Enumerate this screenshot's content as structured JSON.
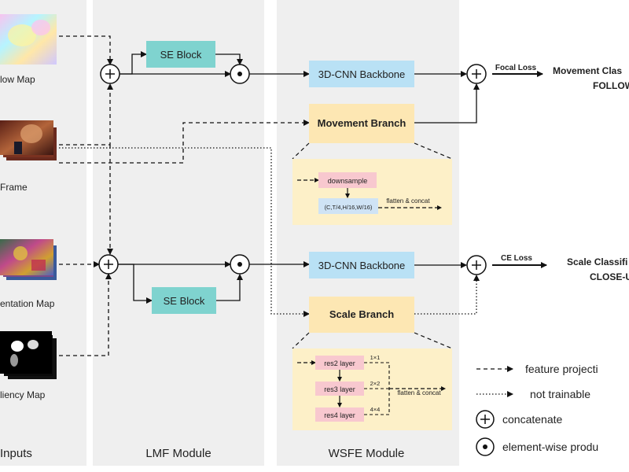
{
  "inputs": {
    "panel_title": "Inputs",
    "flow_map_label": "low Map",
    "frame_label": "Frame",
    "segmentation_label": "entation Map",
    "saliency_label": "liency Map"
  },
  "lmf": {
    "panel_title": "LMF Module",
    "se_block_top": "SE Block",
    "se_block_bottom": "SE Block"
  },
  "wsfe": {
    "panel_title": "WSFE Module",
    "backbone_top": "3D-CNN Backbone",
    "backbone_bottom": "3D-CNN Backbone",
    "movement_branch": "Movement Branch",
    "scale_branch": "Scale Branch",
    "movement_detail": {
      "downsample": "downsample",
      "shape": "(C,T/4,H/16,W/16)",
      "flatten": "flatten & concat"
    },
    "scale_detail": {
      "res2": "res2 layer",
      "res3": "res3 layer",
      "res4": "res4 layer",
      "k1": "1×1",
      "k2": "2×2",
      "k4": "4×4",
      "flatten": "flatten & concat"
    }
  },
  "outputs": {
    "focal_loss": "Focal Loss",
    "movement_class_line1": "Movement Clas",
    "movement_class_line2": "FOLLOW",
    "ce_loss": "CE Loss",
    "scale_class_line1": "Scale Classifi",
    "scale_class_line2": "CLOSE-U"
  },
  "legend": {
    "feature_projection": "feature projecti",
    "not_trainable": "not trainable",
    "concatenate": "concatenate",
    "element_wise": "element-wise produ"
  },
  "colors": {
    "panel_bg": "#efefef",
    "se_block": "#7fd3cf",
    "backbone": "#b9e1f5",
    "branch": "#fde7b3",
    "detail_box": "#fdf0c8",
    "op_box": "#f8c8cf",
    "shape_box": "#cfe3f5"
  }
}
